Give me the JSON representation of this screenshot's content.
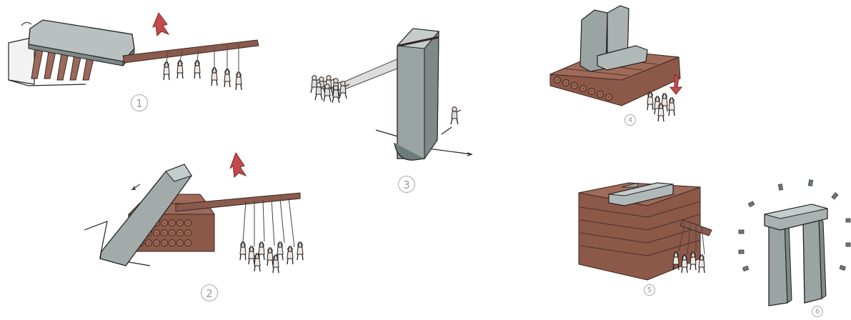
{
  "steps": [
    {
      "number": "1"
    },
    {
      "number": "2"
    },
    {
      "number": "3"
    },
    {
      "number": "4"
    },
    {
      "number": "5"
    },
    {
      "number": "6"
    }
  ],
  "colors": {
    "stone": "#9aa4a3",
    "stone_light": "#c5cdcc",
    "stone_dark": "#6f7a7a",
    "timber": "#7b4a3c",
    "timber_light": "#a06a58",
    "lever": "#8a5a4e",
    "arrow": "#c24a4a",
    "outline": "#2a2a2a",
    "rope": "#555555"
  },
  "icons": [
    "lever-lift-scene",
    "timber-crib-scene",
    "stone-pulling-scene",
    "trilithon-platform-scene",
    "lintel-raising-scene",
    "completed-trilithon-scene"
  ]
}
